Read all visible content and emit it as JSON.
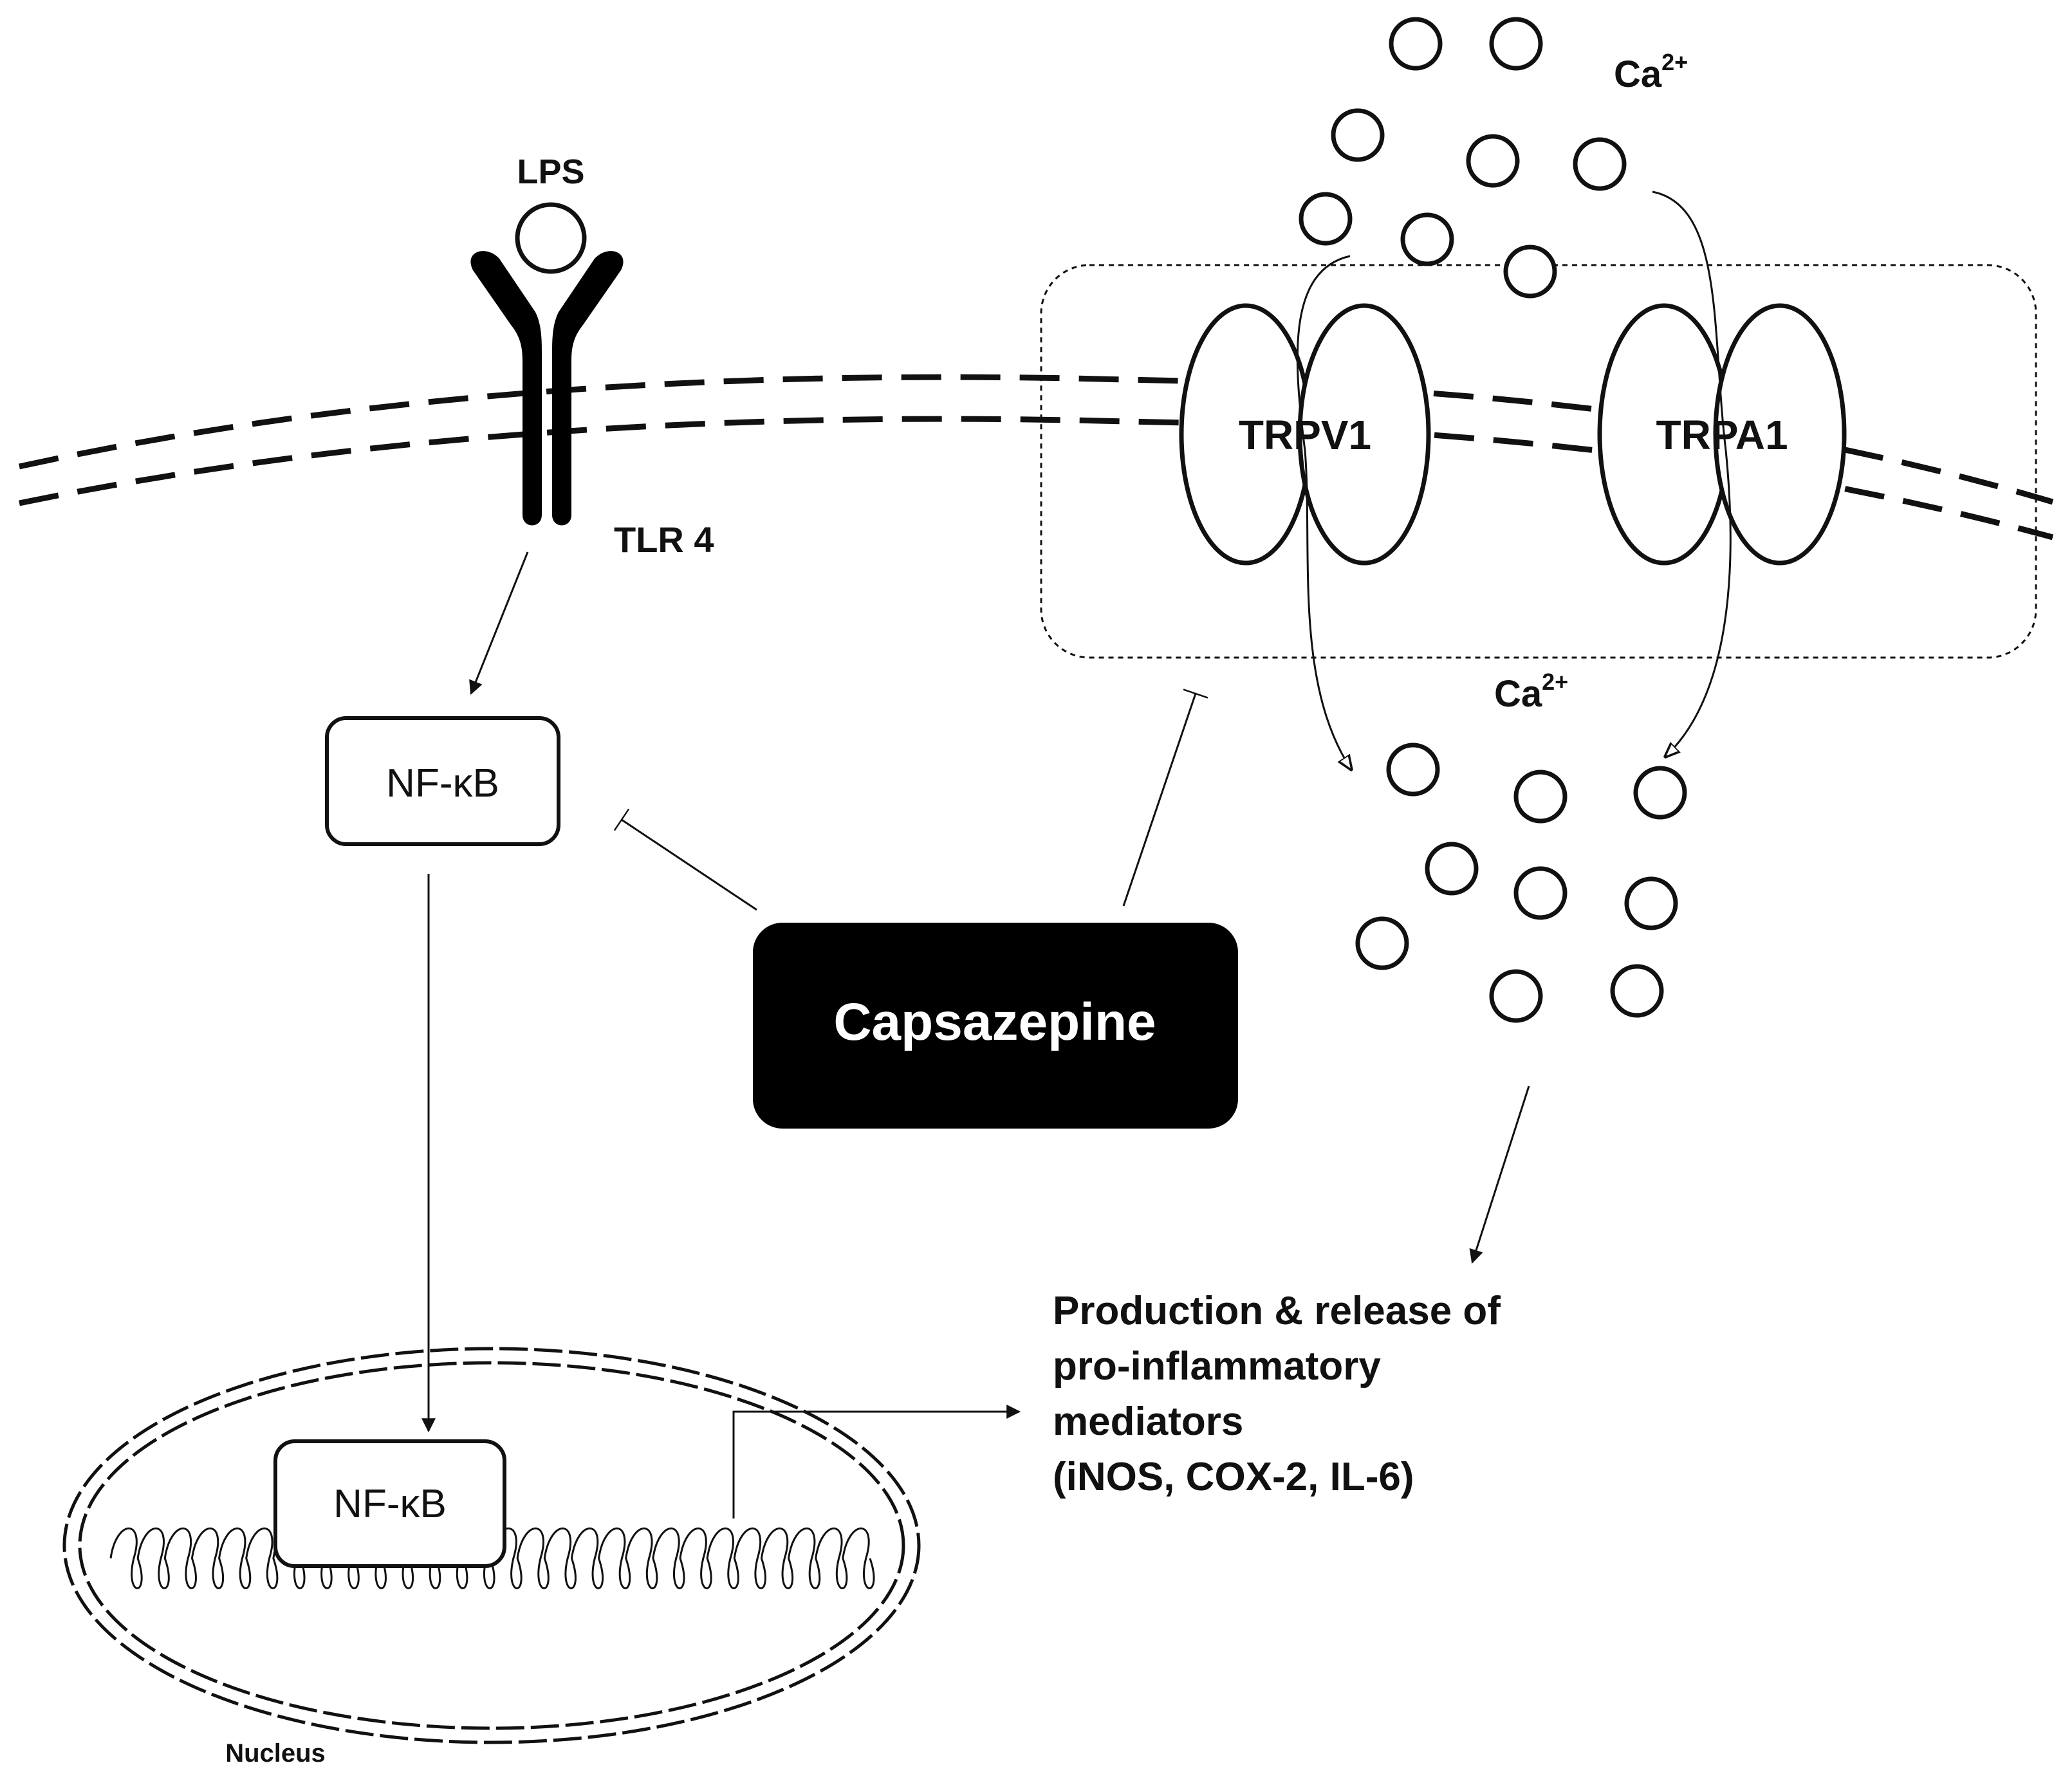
{
  "labels": {
    "lps": "LPS",
    "tlr4": "TLR 4",
    "trpv1": "TRPV1",
    "trpa1": "TRPA1",
    "ca_top_base": "Ca",
    "ca_top_sup": "2+",
    "ca_bottom_base": "Ca",
    "ca_bottom_sup": "2+",
    "nfkb_cytoplasm": "NF-κB",
    "nfkb_nucleus": "NF-κB",
    "capsazepine": "Capsazepine",
    "nucleus": "Nucleus",
    "mediators": [
      "Production & release of",
      "pro-inflammatory",
      "mediators",
      "(iNOS, COX-2, IL-6)"
    ]
  },
  "colors": {
    "ink": "#111111",
    "background": "#ffffff",
    "drug_box": "#000000",
    "drug_text": "#ffffff"
  }
}
